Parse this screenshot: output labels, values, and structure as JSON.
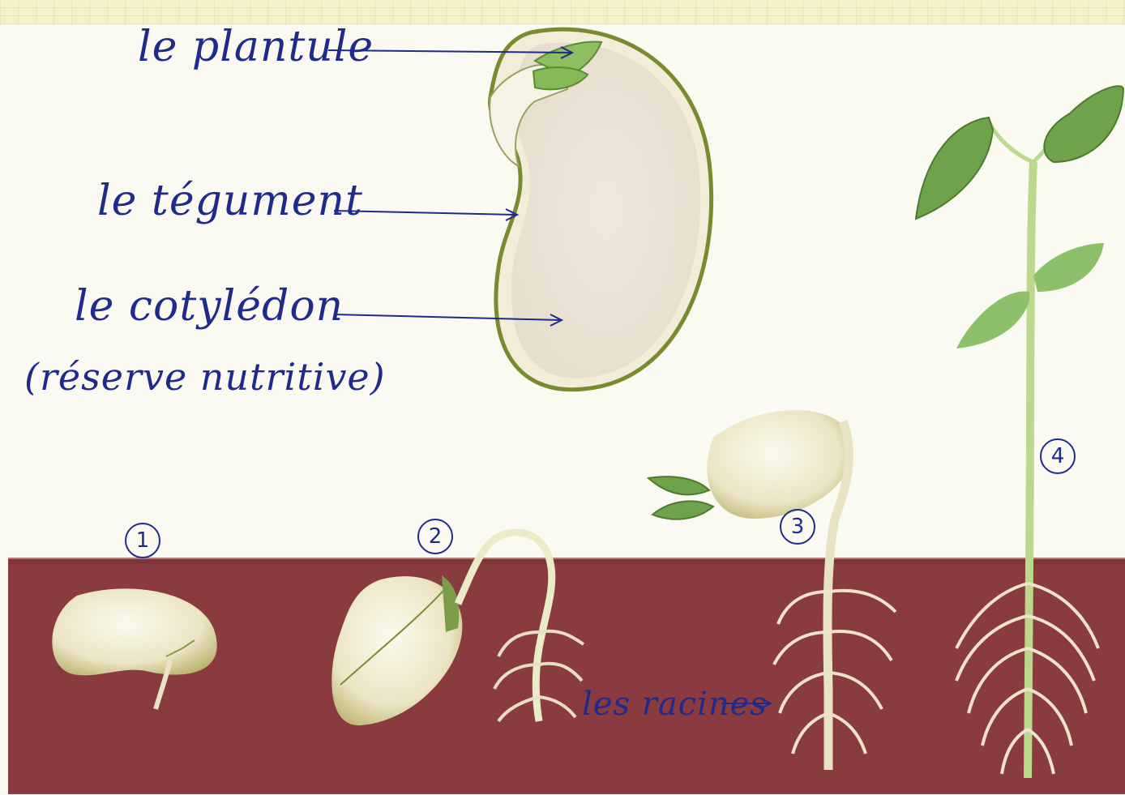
{
  "labels": {
    "plantule": "le plantule",
    "tegument": "le tégument",
    "cotyledon": "le cotylédon",
    "cotyledon_note": "(réserve nutritive)",
    "racines": "les racines"
  },
  "stages": [
    "1",
    "2",
    "3",
    "4"
  ],
  "colors": {
    "soil": "#8a3b3f",
    "seed": "#efeacb",
    "seed_shadow": "#b7b06a",
    "leaf": "#6fa24d",
    "ink": "#1f2a8c",
    "root": "#f1e7d3"
  }
}
